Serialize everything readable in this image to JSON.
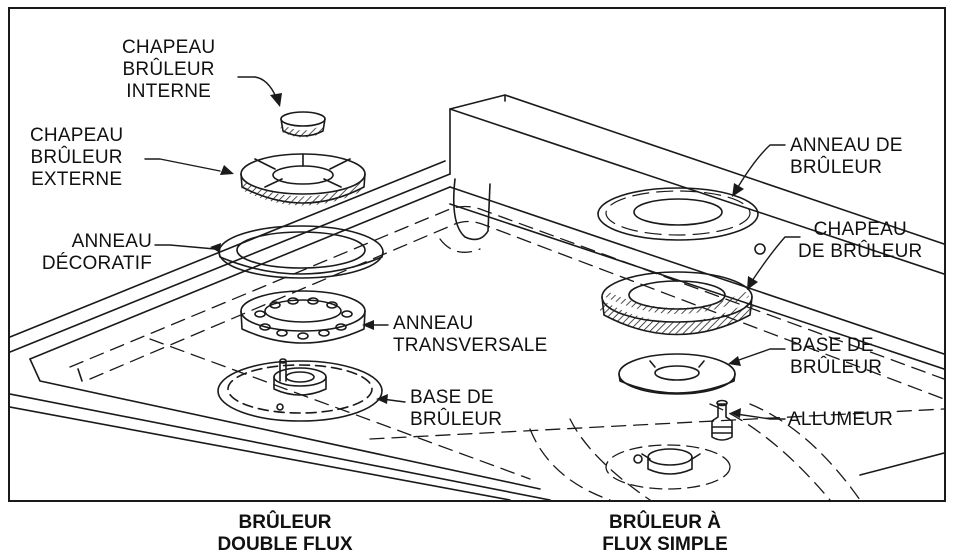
{
  "labels": {
    "chapeau_interne": [
      "CHAPEAU",
      "BRÛLEUR",
      "INTERNE"
    ],
    "chapeau_externe": [
      "CHAPEAU",
      "BRÛLEUR",
      "EXTERNE"
    ],
    "anneau_decoratif": [
      "ANNEAU",
      "DÉCORATIF"
    ],
    "anneau_transversale": [
      "ANNEAU",
      "TRANSVERSALE"
    ],
    "base_bruleur_left": [
      "BASE DE",
      "BRÛLEUR"
    ],
    "anneau_bruleur": [
      "ANNEAU DE",
      "BRÛLEUR"
    ],
    "chapeau_bruleur": [
      "CHAPEAU",
      "DE BRÛLEUR"
    ],
    "base_bruleur_right": [
      "BASE DE",
      "BRÛLEUR"
    ],
    "allumeur": [
      "ALLUMEUR"
    ]
  },
  "captions": {
    "double_flux": [
      "BRÛLEUR",
      "DOUBLE FLUX"
    ],
    "flux_simple": [
      "BRÛLEUR À",
      "FLUX SIMPLE"
    ]
  }
}
